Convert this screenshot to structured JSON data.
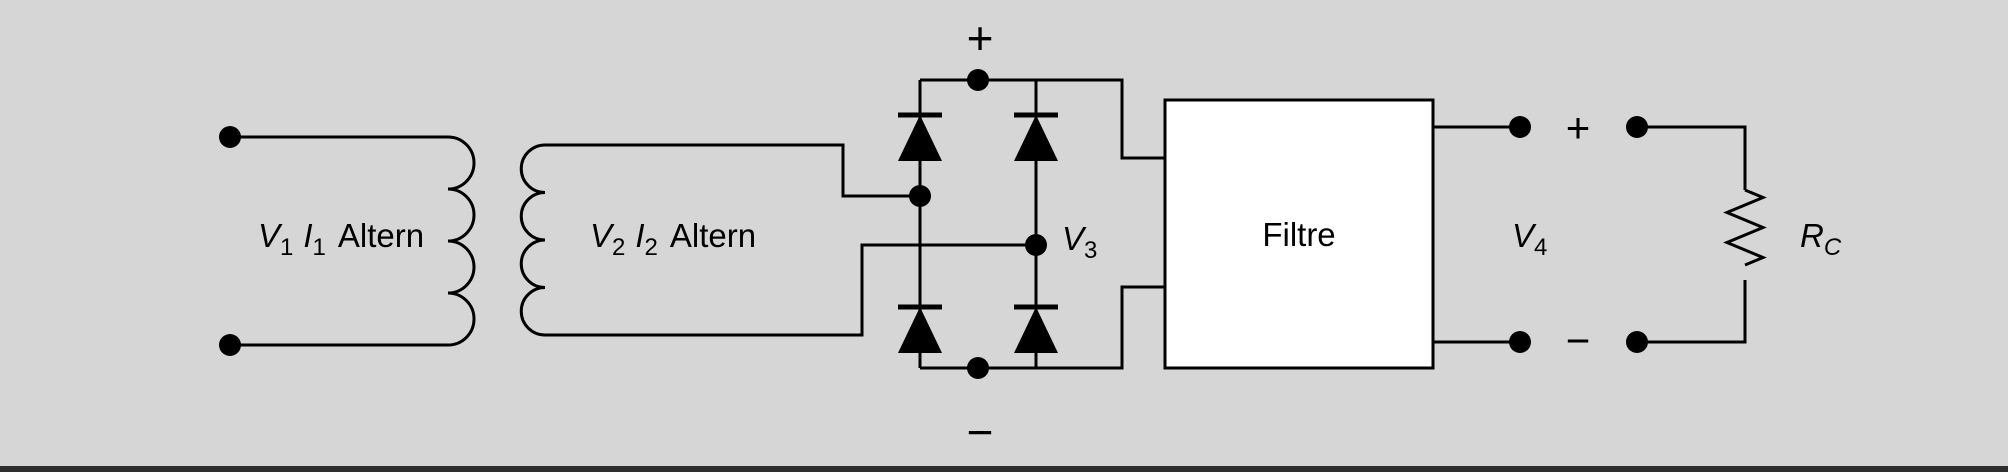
{
  "colors": {
    "background": "#d6d6d6",
    "line": "#000000",
    "filter_fill": "#ffffff",
    "dot": "#000000",
    "bottom_border": "#2e2e2e"
  },
  "transformer": {
    "primary": {
      "v": "V",
      "v_sub": "1",
      "i": "I",
      "i_sub": "1",
      "word": "Altern"
    },
    "secondary": {
      "v": "V",
      "v_sub": "2",
      "i": "I",
      "i_sub": "2",
      "word": "Altern"
    }
  },
  "bridge": {
    "plus_sign": "+",
    "minus_sign": "−",
    "v": "V",
    "v_sub": "3"
  },
  "filter": {
    "label": "Filtre"
  },
  "output": {
    "plus_sign": "+",
    "minus_sign": "−",
    "v": "V",
    "v_sub": "4"
  },
  "load": {
    "r": "R",
    "r_sub": "C"
  }
}
